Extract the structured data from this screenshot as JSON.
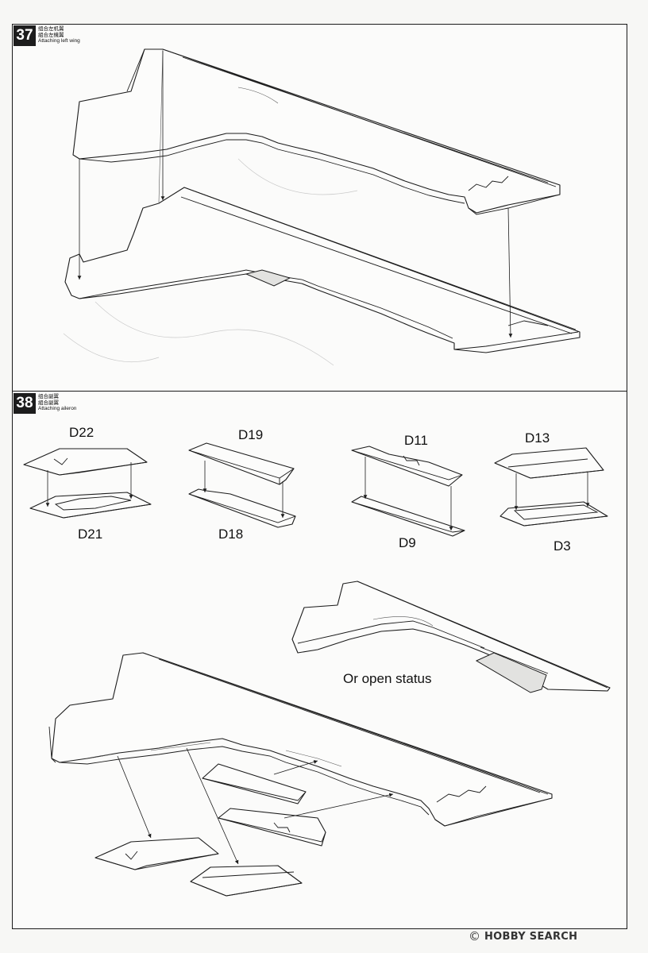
{
  "steps": [
    {
      "number": "37",
      "caption_cn": "组合左机翼",
      "caption_tw": "組合左機翼",
      "caption_en": "Attaching left wing"
    },
    {
      "number": "38",
      "caption_cn": "组合副翼",
      "caption_tw": "組合副翼",
      "caption_en": "Attaching aileron"
    }
  ],
  "parts": {
    "d22": "D22",
    "d21": "D21",
    "d19": "D19",
    "d18": "D18",
    "d11": "D11",
    "d9": "D9",
    "d13": "D13",
    "d3": "D3"
  },
  "note_open": "Or open status",
  "watermark": "HOBBY SEARCH"
}
